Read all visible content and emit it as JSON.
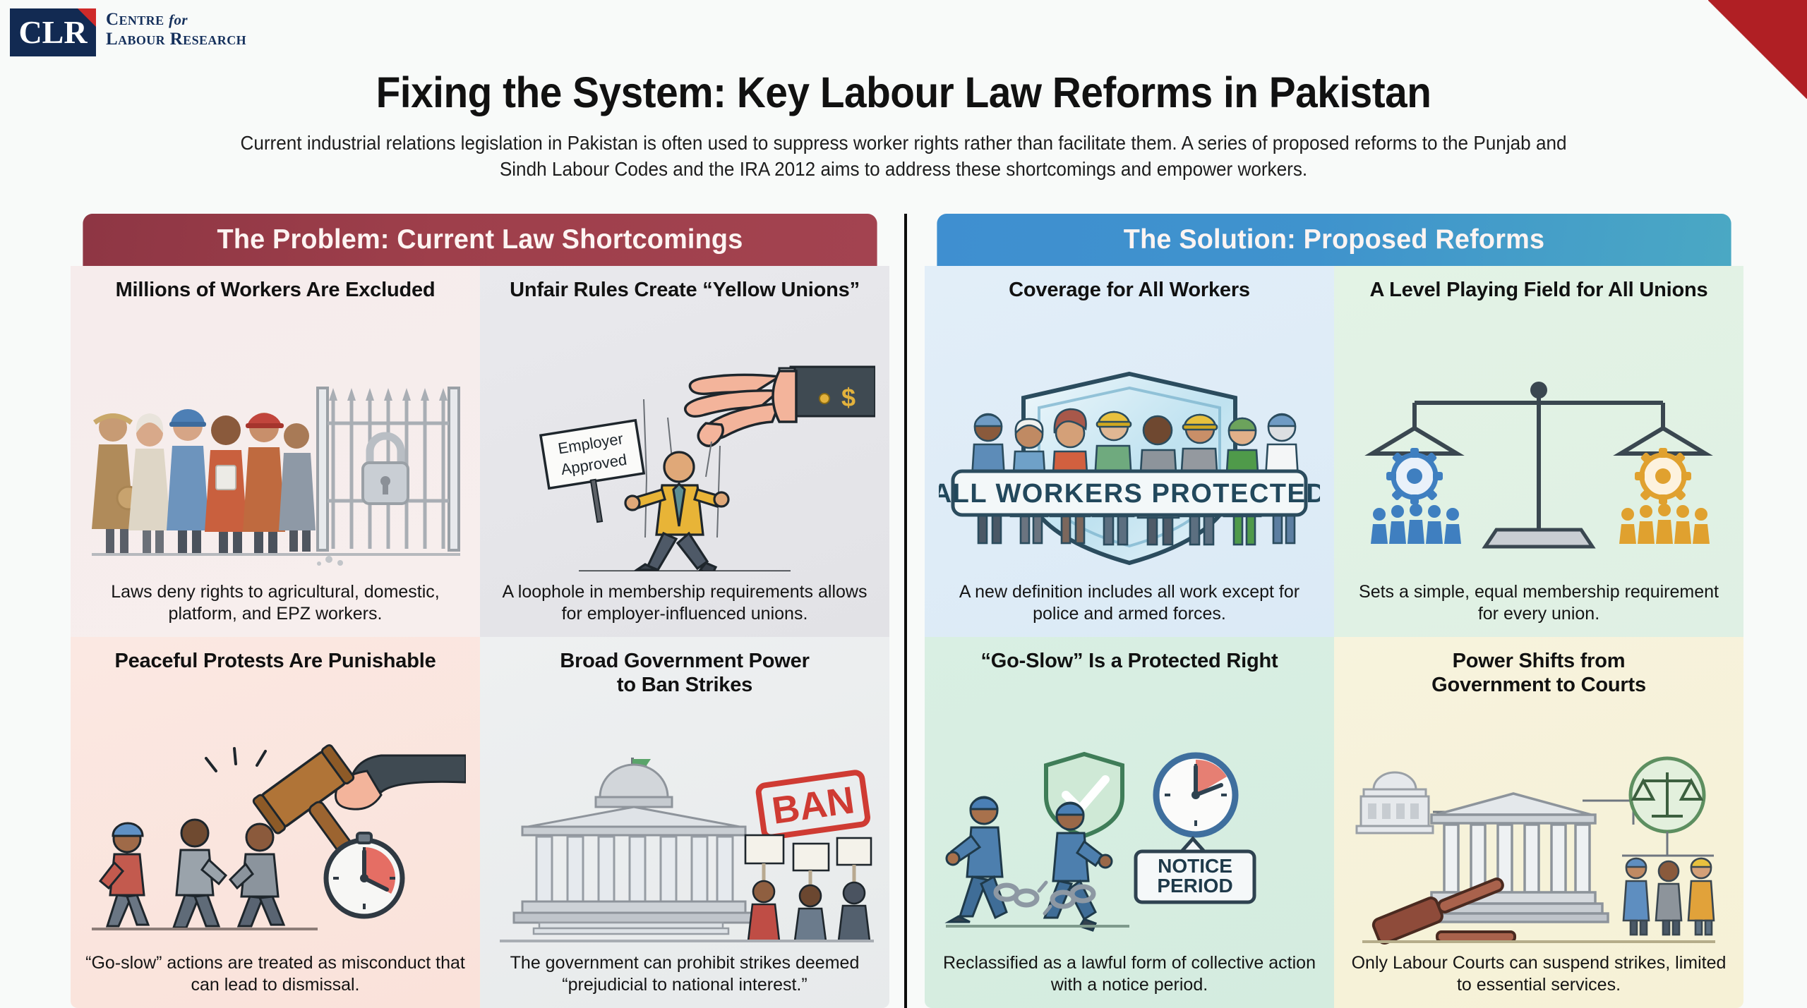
{
  "brand": {
    "mark": "CLR",
    "line1_a": "Centre",
    "line1_b": "for",
    "line2": "Labour Research"
  },
  "header": {
    "title": "Fixing the System: Key Labour Law Reforms in Pakistan",
    "subtitle": "Current industrial relations legislation in Pakistan is often used to suppress worker rights rather than facilitate them. A series of proposed reforms to the Punjab and Sindh Labour Codes and the IRA 2012 aims to address these shortcomings and empower workers."
  },
  "colors": {
    "problem_header_start": "#8e3644",
    "problem_header_end": "#a34350",
    "solution_header_start": "#3f8fd0",
    "solution_header_end": "#4aa8c4",
    "brand_navy": "#122a52",
    "brand_red": "#cf2a2a",
    "ribbon_red": "#b01f24"
  },
  "columns": [
    {
      "id": "problem",
      "header": "The Problem: Current Law Shortcomings",
      "cards": [
        {
          "title": "Millions of Workers Are Excluded",
          "caption": "Laws deny rights to agricultural, domestic, platform, and EPZ workers.",
          "illustration": "workers-locked-out-of-gate"
        },
        {
          "title": "Unfair Rules Create “Yellow Unions”",
          "caption": "A loophole in membership requirements allows for employer-influenced unions.",
          "illustration": "puppeteer-hand-marionette-worker",
          "art_labels": {
            "sign_line1": "Employer",
            "sign_line2": "Approved",
            "cufflink": "$"
          }
        },
        {
          "title": "Peaceful Protests Are Punishable",
          "caption": "“Go-slow” actions are treated as misconduct that can lead to dismissal.",
          "illustration": "gavel-over-slow-walking-workers-with-stopwatch"
        },
        {
          "title": "Broad Government Power to Ban Strikes",
          "title_line1": "Broad Government Power",
          "title_line2": "to Ban Strikes",
          "caption": "The government can prohibit strikes deemed “prejudicial to national interest.”",
          "illustration": "government-building-with-ban-stamp-and-protesters",
          "art_labels": {
            "stamp": "BAN"
          }
        }
      ]
    },
    {
      "id": "solution",
      "header": "The Solution: Proposed Reforms",
      "cards": [
        {
          "title": "Coverage for All Workers",
          "caption": "A new definition includes all work except for police and armed forces.",
          "illustration": "shield-with-diverse-workers-banner",
          "art_labels": {
            "banner": "ALL WORKERS PROTECTED"
          }
        },
        {
          "title": "A Level Playing Field for All Unions",
          "caption": "Sets a simple, equal membership requirement for every union.",
          "illustration": "balance-scale-with-two-equal-union-groups"
        },
        {
          "title": "“Go-Slow” Is a Protected Right",
          "caption": "Reclassified as a lawful form of collective action with a notice period.",
          "illustration": "workers-breaking-chain-shield-check-clock",
          "art_labels": {
            "sign_line1": "NOTICE",
            "sign_line2": "PERIOD"
          }
        },
        {
          "title": "Power Shifts from Government to Courts",
          "title_line1": "Power Shifts from",
          "title_line2": "Government to Courts",
          "caption": "Only Labour Courts can suspend strikes, limited to essential services.",
          "illustration": "courthouse-gavel-scales-workers"
        }
      ]
    }
  ]
}
